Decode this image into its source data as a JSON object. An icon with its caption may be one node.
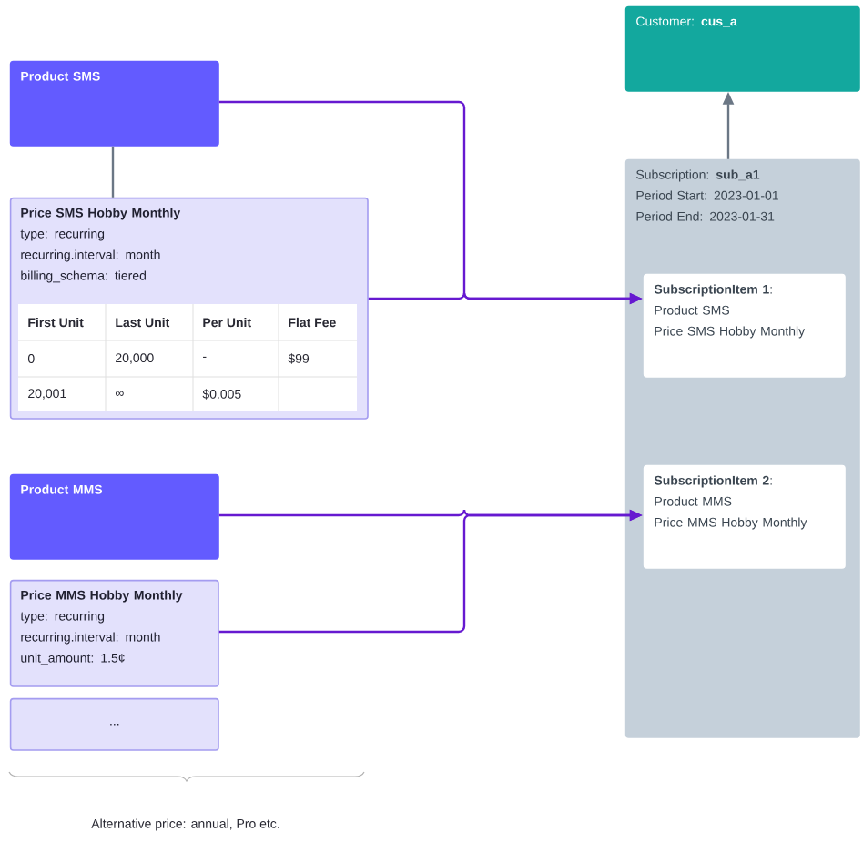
{
  "diagram": {
    "nodes": [
      {
        "text": [
          "Product SMS"
        ]
      },
      {
        "text": [
          "Price SMS Hobby Monthly",
          "type: recurring",
          "recurring.interval: month",
          "billing_schema: tiered"
        ]
      },
      {
        "text": [
          "Customer: **cus_a**"
        ]
      },
      {
        "text": [
          "Subscription: **sub_a1**",
          "Period Start: 2023-01-01",
          "Period End: 2023-01-31"
        ]
      },
      {
        "text": [
          "**SubscriptionItem 1**:",
          "Product SMS",
          "Price SMS Hobby Monthly"
        ],
        "in": 3
      },
      {
        "text": [
          "Product MMS"
        ]
      },
      {
        "text": [
          "Price MMS Hobby Monthly",
          "type: recurring",
          "recurring.interval: month",
          "unit_amount: 1.5¢"
        ]
      },
      {
        "text": [
          "..."
        ]
      },
      {
        "text": [
          "**SubscriptionItem 2**:",
          "Product MMS",
          "Price MMS Hobby Monthly"
        ],
        "in": 3
      }
    ],
    "edges": [
      {
        "from": 0,
        "to": 1,
        "arrow": "none",
        "color": "#6b7785"
      },
      {
        "from": 3,
        "to": 2,
        "arrow": "to",
        "color": "#6b7785"
      },
      {
        "from": 0,
        "to": 4,
        "arrow": "to"
      },
      {
        "from": 1,
        "to": 4,
        "arrow": "to"
      },
      {
        "from": 5,
        "to": 8,
        "arrow": "to"
      },
      {
        "from": 6,
        "to": 8,
        "arrow": "to"
      }
    ],
    "labels": [
      "First Unit",
      "Last Unit",
      "Per Unit",
      "Flat Fee",
      "0",
      "20,000",
      "-",
      "$99",
      "20,001",
      "∞",
      "$0.005",
      "Alternative price: annual, Pro etc."
    ]
  }
}
